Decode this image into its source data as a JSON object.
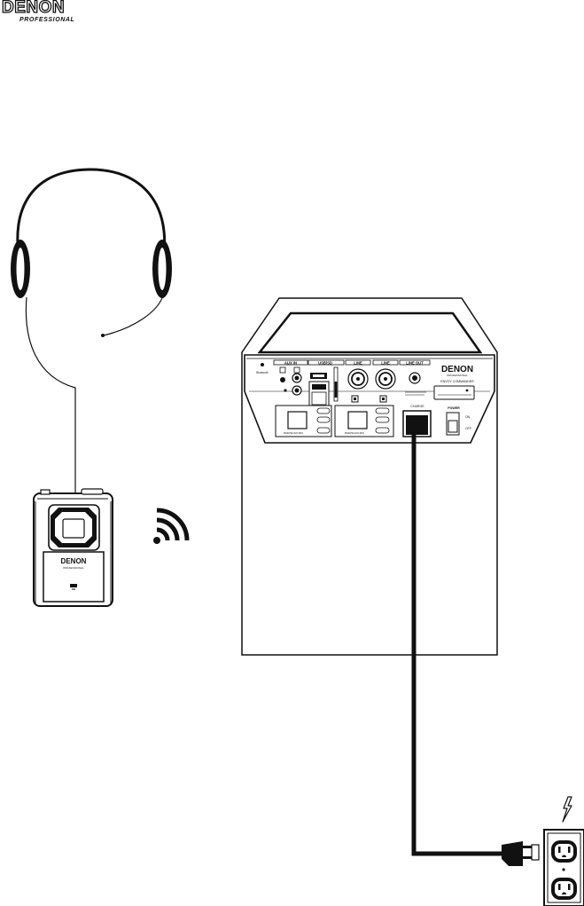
{
  "logo": {
    "brand": "DENON",
    "tagline": "PROFESSIONAL"
  },
  "speaker_panel": {
    "bluetooth_label": "Bluetooth",
    "aux_in_label": "AUX IN",
    "usb_sd_label": "USB/SD",
    "line_1_label": "LINE",
    "line_2_label": "LINE",
    "line_out_label": "LINE OUT",
    "brand": "DENON",
    "brand_sub": "PROFESSIONAL",
    "model": "ENVOY COMMANDER",
    "charge_label": "CHARGE",
    "power_label": "POWER",
    "on_label": "ON",
    "off_label": "OFF",
    "pair_label_1": "PAIR/SCAN MIC",
    "pair_label_2": "PAIR/SCAN MIC"
  },
  "transmitter": {
    "brand": "DENON",
    "brand_sub": "PROFESSIONAL"
  }
}
